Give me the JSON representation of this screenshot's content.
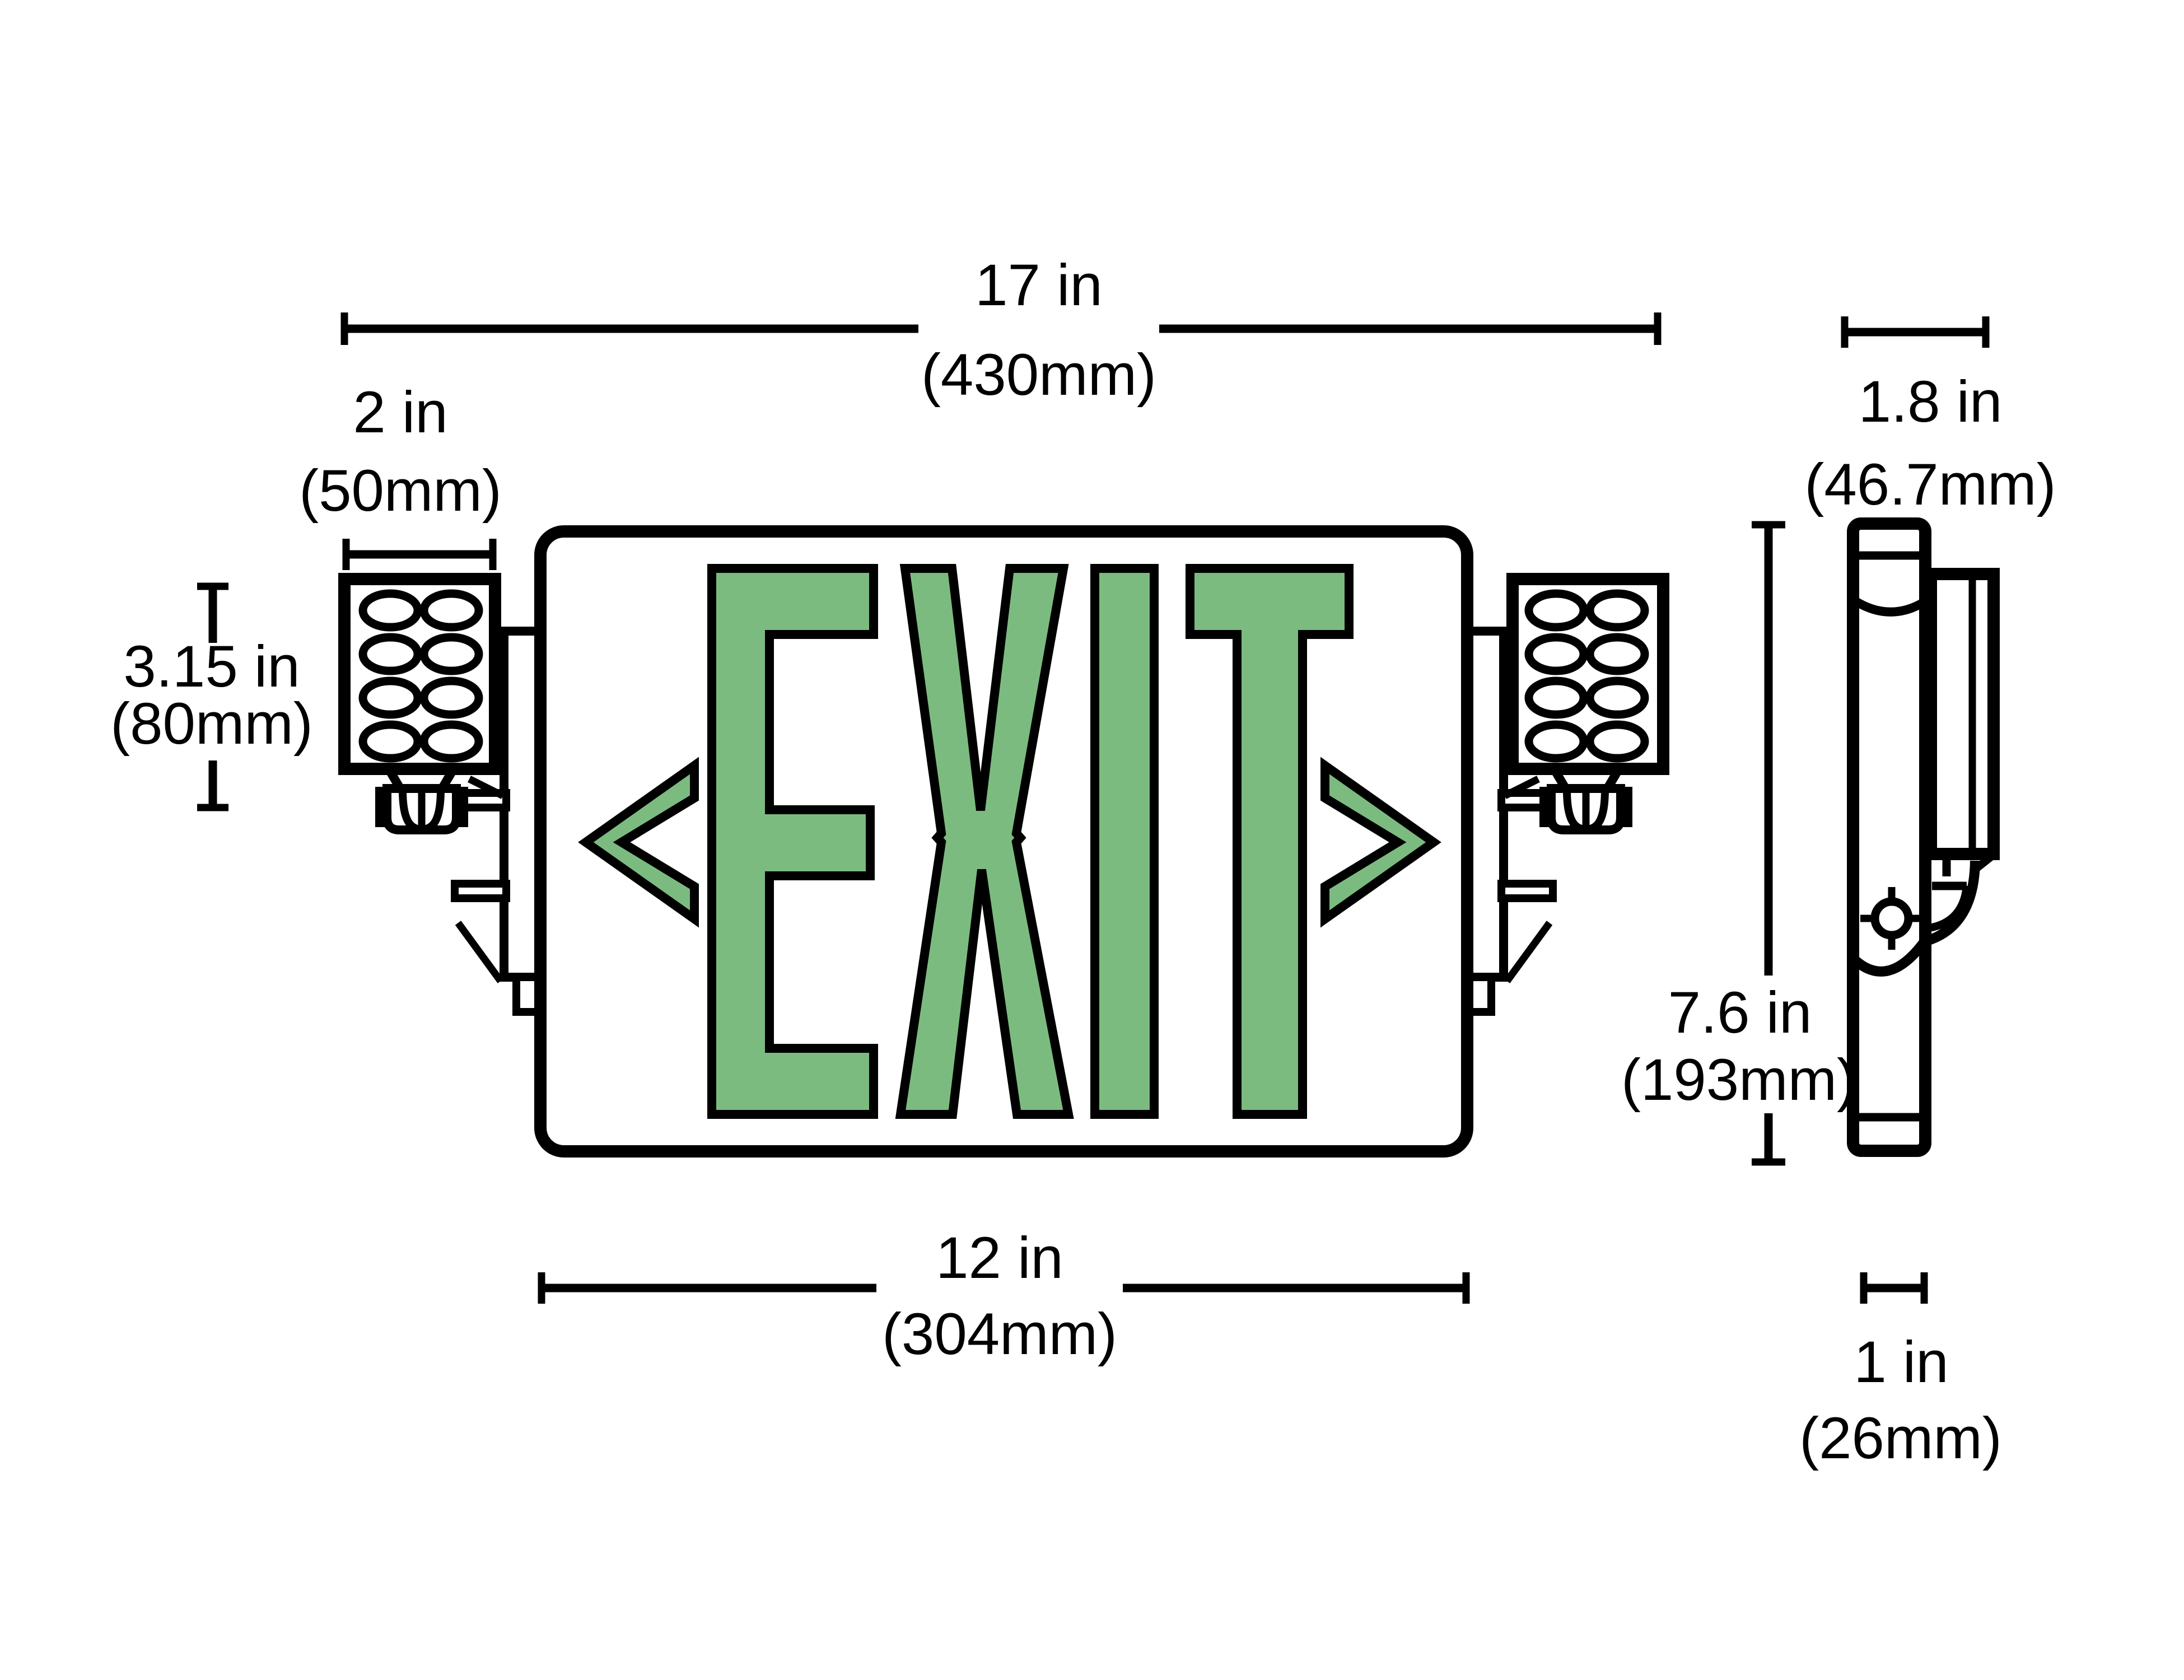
{
  "colors": {
    "accent_green": "#7cbb80",
    "line": "#000000",
    "background": "#ffffff"
  },
  "sign": {
    "text": "EXIT",
    "chevron_left": "<",
    "chevron_right": ">"
  },
  "dimensions": {
    "overall_width": {
      "value": "17 in",
      "metric": "(430mm)"
    },
    "lamp_head_width": {
      "value": "2 in",
      "metric": "(50mm)"
    },
    "lamp_head_height": {
      "value": "3.15 in",
      "metric": "(80mm)"
    },
    "sign_body_width": {
      "value": "12 in",
      "metric": "(304mm)"
    },
    "side_profile_width": {
      "value": "1.8 in",
      "metric": "(46.7mm)"
    },
    "side_profile_height": {
      "value": "7.6 in",
      "metric": "(193mm)"
    },
    "side_profile_depth": {
      "value": "1 in",
      "metric": "(26mm)"
    }
  }
}
